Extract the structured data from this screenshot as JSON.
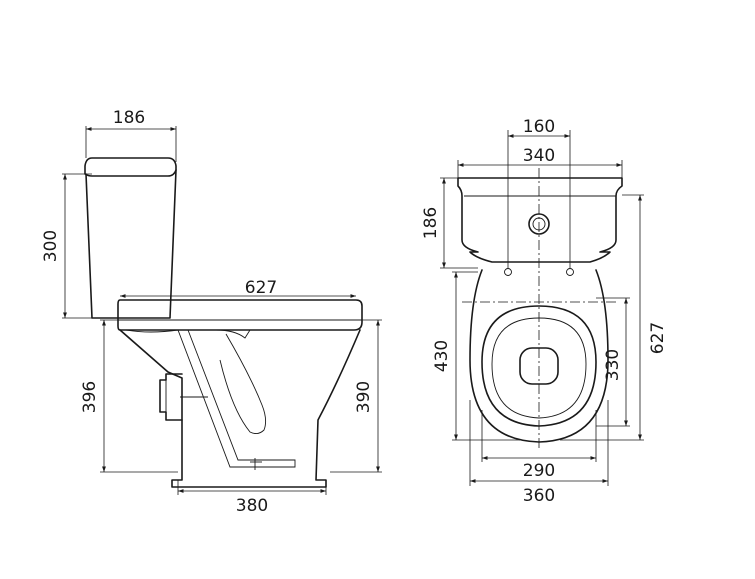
{
  "side_view": {
    "tank_width": "186",
    "tank_height": "300",
    "total_length": "627",
    "bowl_height_front": "396",
    "bowl_height_rear": "390",
    "base_width": "380"
  },
  "top_view": {
    "bolt_spacing": "160",
    "tank_width": "340",
    "tank_depth": "186",
    "bowl_length": "430",
    "opening_length": "330",
    "total_length": "627",
    "opening_width": "290",
    "bowl_width": "360"
  }
}
